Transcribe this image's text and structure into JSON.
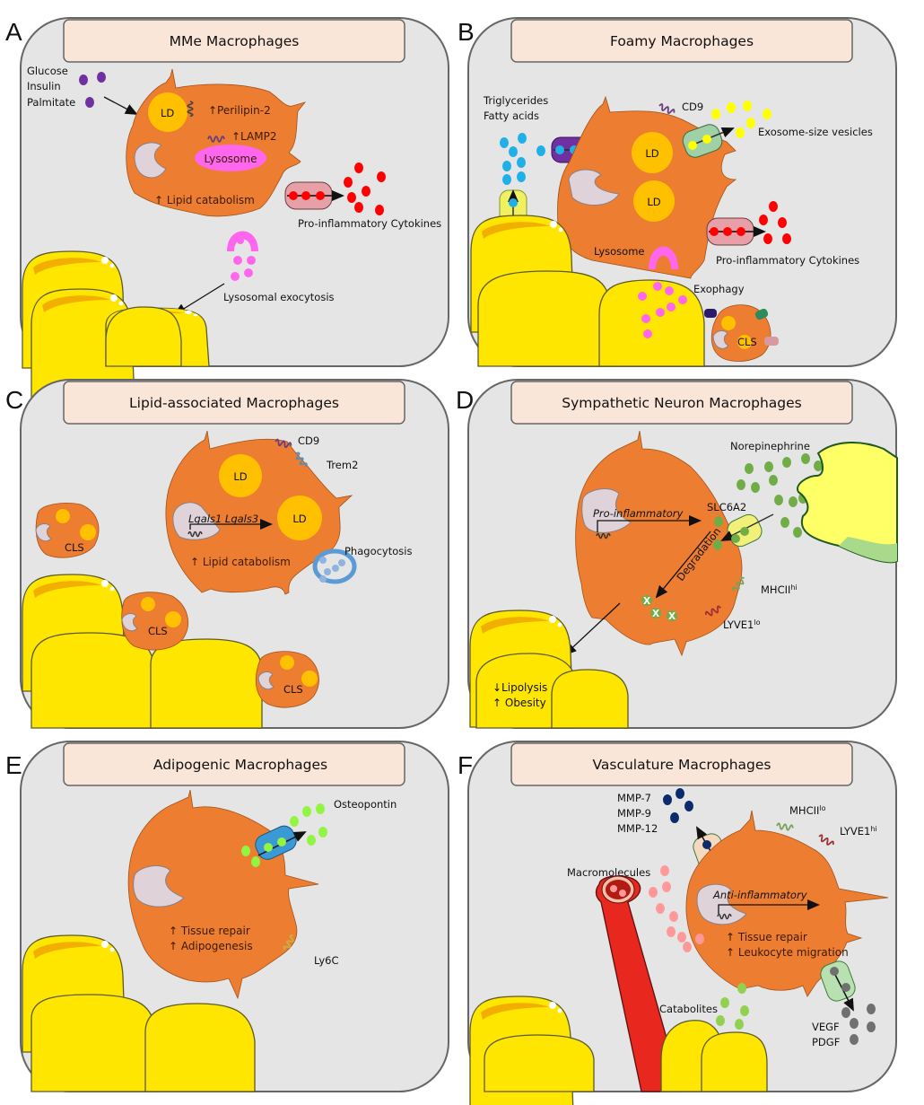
{
  "figure": {
    "panels": [
      {
        "letter": "A",
        "title": "MMe Macrophages",
        "labels": {
          "inputs": [
            "Glucose",
            "Insulin",
            "Palmitate"
          ],
          "ld": "LD",
          "perilipin": "↑Perilipin-2",
          "lamp2": "↑LAMP2",
          "lysosome": "Lysosome",
          "lipid_catabolism": "↑ Lipid catabolism",
          "cytokines": "Pro-inflammatory Cytokines",
          "exocytosis": "Lysosomal exocytosis"
        }
      },
      {
        "letter": "B",
        "title": "Foamy Macrophages",
        "labels": {
          "inputs": [
            "Triglycerides",
            "Fatty acids"
          ],
          "cd9": "CD9",
          "exosome": "Exosome-size vesicles",
          "ld1": "LD",
          "ld2": "LD",
          "lysosome": "Lysosome",
          "cytokines": "Pro-inflammatory Cytokines",
          "exophagy": "Exophagy",
          "cls": "CLS"
        }
      },
      {
        "letter": "C",
        "title": "Lipid-associated Macrophages",
        "labels": {
          "cd9": "CD9",
          "trem2": "Trem2",
          "ld1": "LD",
          "ld2": "LD",
          "genes": "Lgals1 Lgals3",
          "lipid_catabolism": "↑ Lipid catabolism",
          "phagocytosis": "Phagocytosis",
          "cls": [
            "CLS",
            "CLS",
            "CLS"
          ]
        }
      },
      {
        "letter": "D",
        "title": "Sympathetic Neuron Macrophages",
        "labels": {
          "norepinephrine": "Norepinephrine",
          "slc6a2": "SLC6A2",
          "pro_inflammatory": "Pro-inflammatory",
          "degradation": "Degradation",
          "mhcii": "MHCII",
          "mhcii_sup": "hi",
          "lyve1": "LYVE1",
          "lyve1_sup": "lo",
          "x_mark": "X",
          "lipolysis": "↓Lipolysis",
          "obesity": "↑ Obesity"
        }
      },
      {
        "letter": "E",
        "title": "Adipogenic Macrophages",
        "labels": {
          "osteopontin": "Osteopontin",
          "tissue_repair": "↑ Tissue repair",
          "adipogenesis": "↑ Adipogenesis",
          "ly6c": "Ly6C"
        }
      },
      {
        "letter": "F",
        "title": "Vasculature Macrophages",
        "labels": {
          "mmps": [
            "MMP-7",
            "MMP-9",
            "MMP-12"
          ],
          "mhcii": "MHCII",
          "mhcii_sup": "lo",
          "lyve1": "LYVE1",
          "lyve1_sup": "hi",
          "macromolecules": "Macromolecules",
          "anti_inflammatory": "Anti-inflammatory",
          "tissue_repair": "↑ Tissue repair",
          "leukocyte": "↑ Leukocyte migration",
          "catabolites": "Catabolites",
          "growth": [
            "VEGF",
            "PDGF"
          ]
        }
      }
    ]
  },
  "colors": {
    "panel_bg": "#e5e5e5",
    "title_box": "#fae5d9",
    "macrophage": "#ed7d31",
    "lipid_droplet": "#ffc000",
    "adipocyte": "#ffe600",
    "cytokine": "#ff0000",
    "lysosome": "#ff66ee",
    "fatty_acid": "#1fb0ea",
    "exosome": "#ffff00",
    "norepinephrine": "#70ad47",
    "osteopontin": "#92f542",
    "mmp": "#0d2a6b",
    "macromolecule": "#ff9999",
    "growth_factor": "#707070",
    "vessel": "#e8281e"
  }
}
